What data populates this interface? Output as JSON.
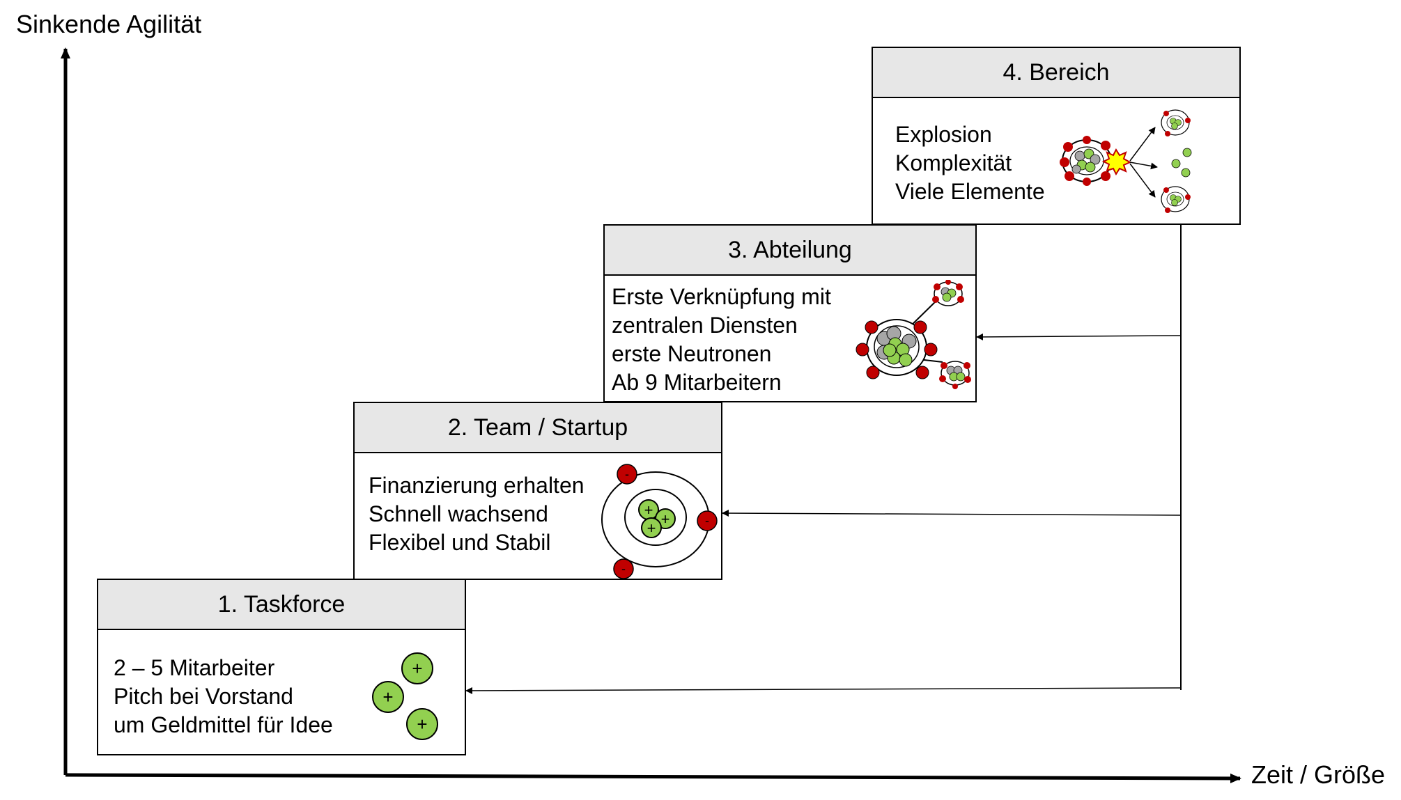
{
  "axes": {
    "y_label": "Sinkende Agilität",
    "x_label": "Zeit / Größe"
  },
  "stages": [
    {
      "title": "1. Taskforce",
      "lines": [
        "2 – 5 Mitarbeiter",
        "Pitch bei Vorstand",
        "um Geldmittel für Idee"
      ]
    },
    {
      "title": "2. Team / Startup",
      "lines": [
        "Finanzierung erhalten",
        "Schnell wachsend",
        "Flexibel und Stabil"
      ]
    },
    {
      "title": "3. Abteilung",
      "lines": [
        "Erste Verknüpfung mit",
        "zentralen Diensten",
        "erste Neutronen",
        "Ab 9 Mitarbeitern"
      ]
    },
    {
      "title": "4. Bereich",
      "lines": [
        "Explosion",
        "Komplexität",
        "Viele Elemente"
      ]
    }
  ],
  "symbols": {
    "proton": "+",
    "electron": "-"
  },
  "colors": {
    "proton": "#92d050",
    "electron": "#c00000",
    "neutron": "#a6a6a6",
    "header": "#e7e7e7",
    "explosion": "#ffff00"
  }
}
